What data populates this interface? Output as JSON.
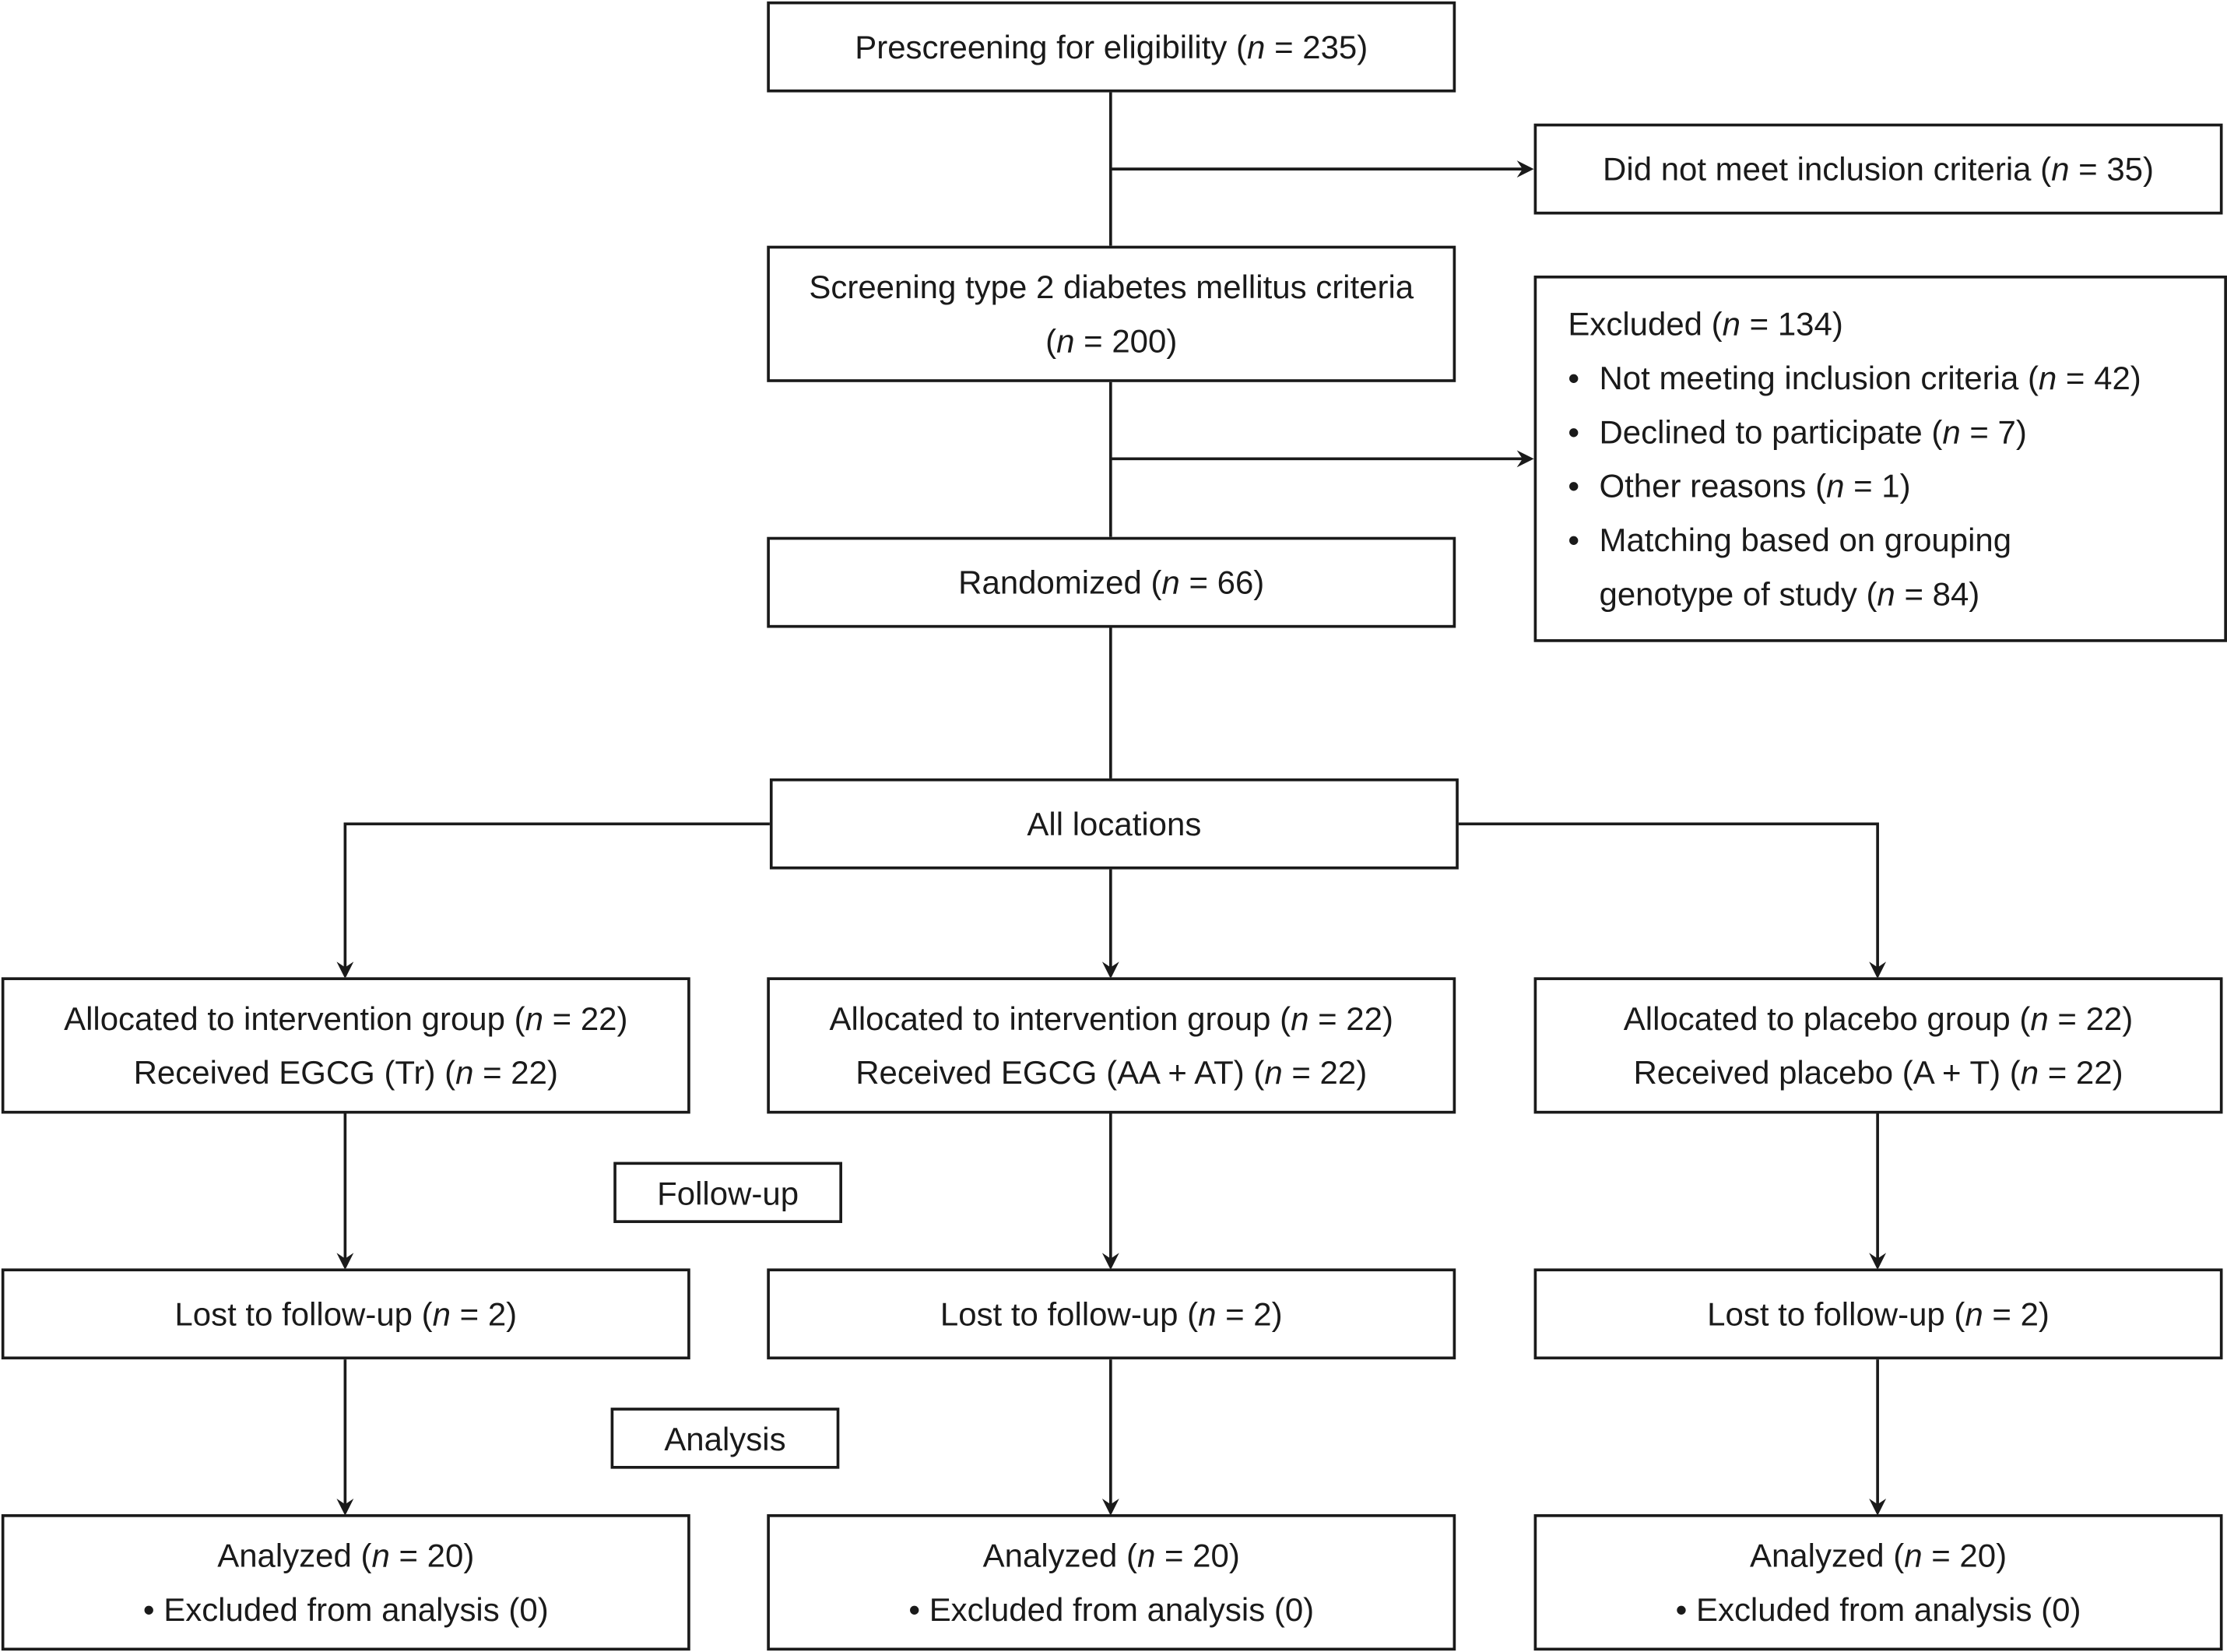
{
  "prescreening": {
    "text": "Prescreening for eligibility (",
    "n": "n",
    "rest": " = 235)"
  },
  "not_meet": {
    "text": "Did not meet inclusion criteria (",
    "n": "n",
    "rest": " = 35)"
  },
  "screening": {
    "line1": "Screening type 2 diabetes mellitus criteria",
    "open": "(",
    "n": "n",
    "rest": " = 200)"
  },
  "excluded": {
    "title_text": "Excluded (",
    "title_n": "n",
    "title_rest": " = 134)",
    "items": [
      {
        "text": "Not meeting inclusion criteria (",
        "n": "n",
        "rest": " = 42)"
      },
      {
        "text": "Declined to participate (",
        "n": "n",
        "rest": " = 7)"
      },
      {
        "text": "Other reasons (",
        "n": "n",
        "rest": " = 1)"
      },
      {
        "text": "Matching based on grouping",
        "text2": "genotype of study (",
        "n": "n",
        "rest": " = 84)"
      }
    ],
    "bullet": "•"
  },
  "randomized": {
    "text": "Randomized (",
    "n": "n",
    "rest": " = 66)"
  },
  "all_locations": "All locations",
  "groups": [
    {
      "alloc_text": "Allocated to intervention group (",
      "alloc_n": "n",
      "alloc_rest": " = 22)",
      "recv_text": "Received EGCG (Tr) (",
      "recv_n": "n",
      "recv_rest": " = 22)",
      "lost_text": "Lost to follow-up (",
      "lost_n": "n",
      "lost_rest": " = 2)",
      "anal_text": "Analyzed (",
      "anal_n": "n",
      "anal_rest": " = 20)",
      "excl": "Excluded from analysis (0)"
    },
    {
      "alloc_text": "Allocated to intervention group (",
      "alloc_n": "n",
      "alloc_rest": " = 22)",
      "recv_text": "Received EGCG (AA + AT) (",
      "recv_n": "n",
      "recv_rest": " = 22)",
      "lost_text": "Lost to follow-up (",
      "lost_n": "n",
      "lost_rest": " = 2)",
      "anal_text": "Analyzed (",
      "anal_n": "n",
      "anal_rest": " = 20)",
      "excl": "Excluded from analysis (0)"
    },
    {
      "alloc_text": "Allocated to placebo group (",
      "alloc_n": "n",
      "alloc_rest": " = 22)",
      "recv_text": "Received placebo (A + T) (",
      "recv_n": "n",
      "recv_rest": " = 22)",
      "lost_text": "Lost to follow-up (",
      "lost_n": "n",
      "lost_rest": " = 2)",
      "anal_text": "Analyzed (",
      "anal_n": "n",
      "anal_rest": " = 20)",
      "excl": "Excluded from analysis (0)"
    }
  ],
  "follow_up_label": "Follow-up",
  "analysis_label": "Analysis",
  "bullet": "•",
  "colors": {
    "line": "#1a1a1a",
    "background": "#ffffff"
  }
}
